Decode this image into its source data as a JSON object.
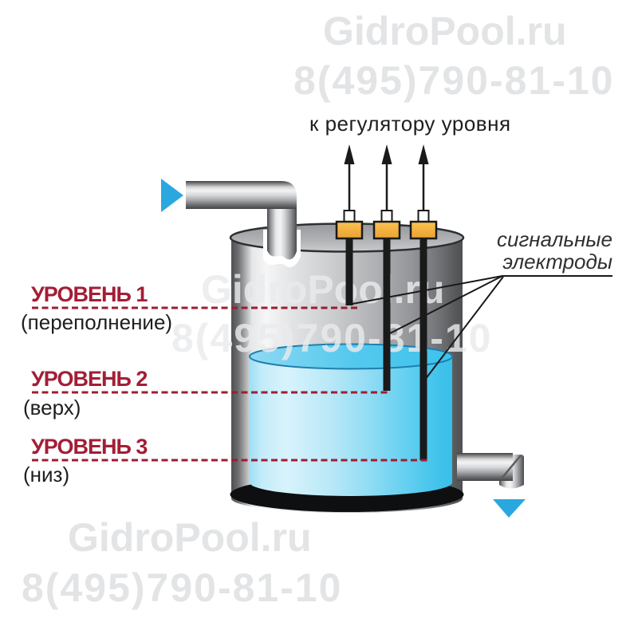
{
  "watermark": {
    "site": "GidroPool.ru",
    "phone": "8(495)790-81-10"
  },
  "labels": {
    "to_regulator": "к регулятору уровня",
    "electrodes_line1": "сигнальные",
    "electrodes_line2": "электроды"
  },
  "levels": [
    {
      "name": "УРОВЕНЬ 1",
      "desc": "(переполнение)"
    },
    {
      "name": "УРОВЕНЬ 2",
      "desc": "(верх)"
    },
    {
      "name": "УРОВЕНЬ 3",
      "desc": "(низ)"
    }
  ],
  "colors": {
    "level_red": "#9F1D31",
    "water_blue": "#45C4EC",
    "flow_arrow_blue": "#29A8E0",
    "terminal_orange": "#F3B140",
    "watermark_gray": "#E2E4E6"
  }
}
